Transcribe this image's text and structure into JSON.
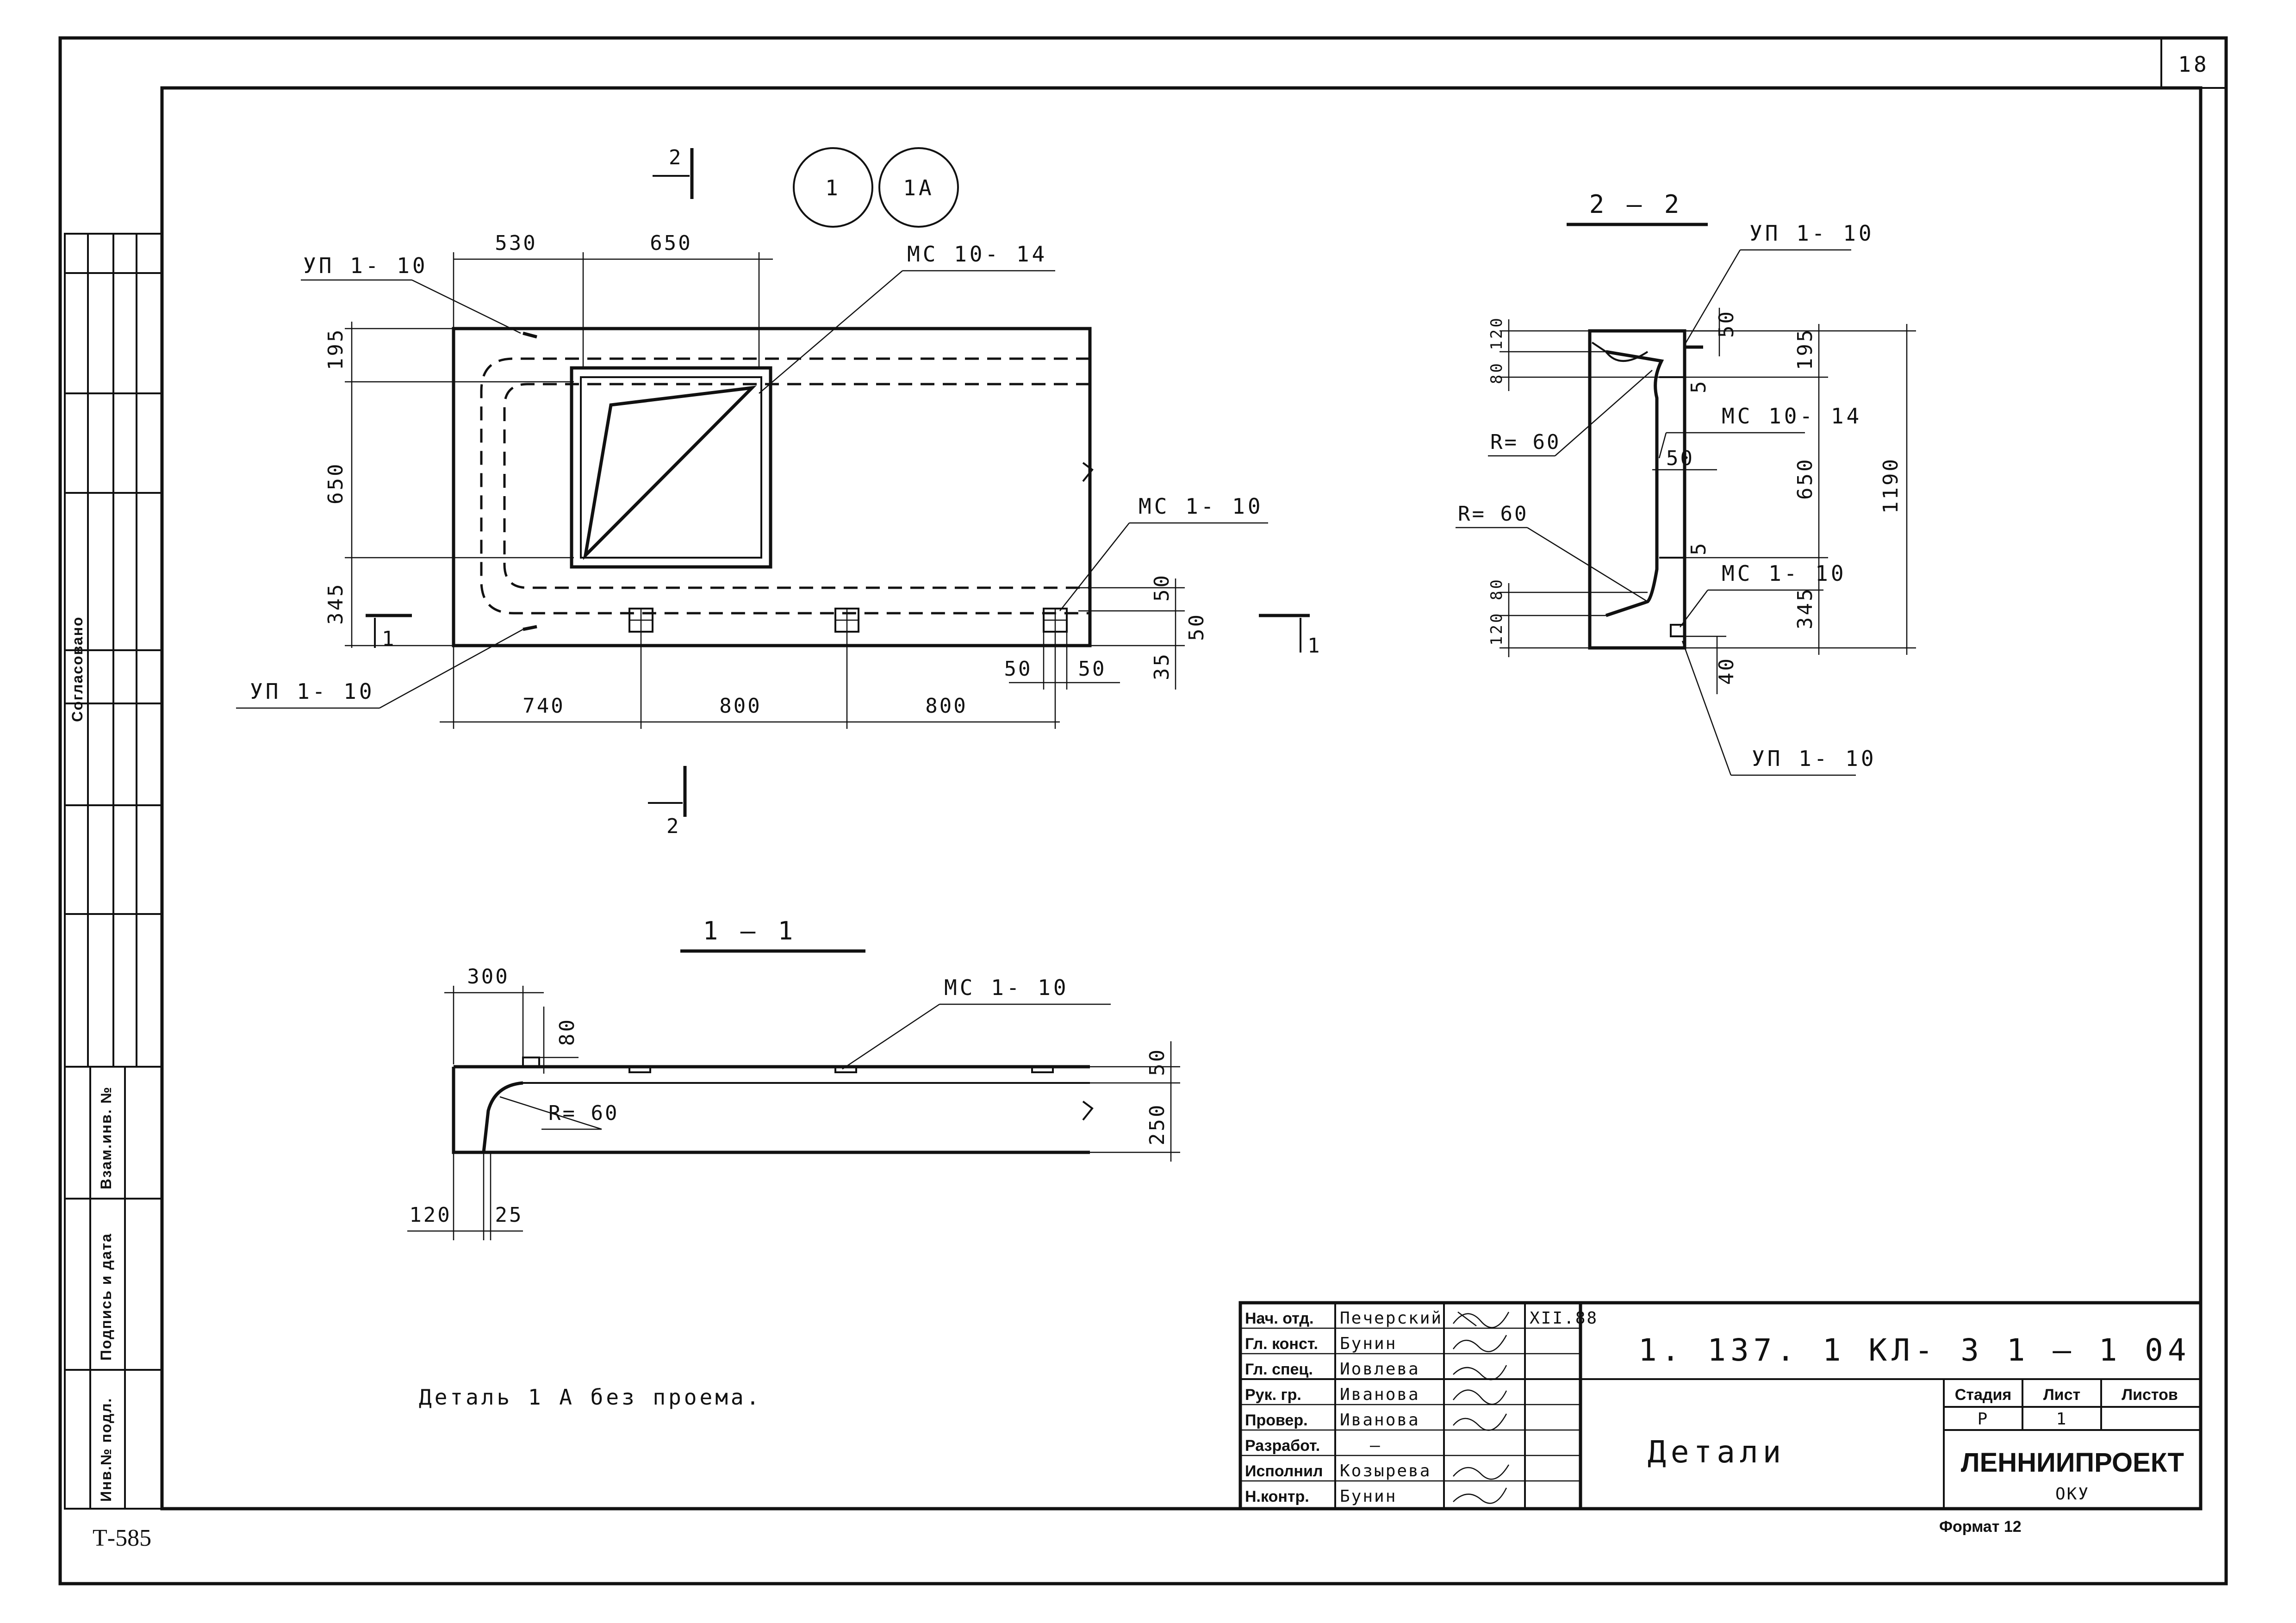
{
  "sheet": {
    "sheet_number": "18",
    "archive_code": "Т-585",
    "format_label": "Формат 12"
  },
  "side_stamp": {
    "agreed": "Согласовано",
    "replace_inv": "Взам.инв. №",
    "signature_date": "Подпись и дата",
    "inv_original": "Инв.№ подл."
  },
  "plan_view": {
    "node_marks": [
      "1",
      "1А"
    ],
    "section_mark_top": "2",
    "section_mark_bottom": "2",
    "section_mark_left": "1",
    "section_mark_right": "1",
    "top_dims": [
      "530",
      "650"
    ],
    "left_dims": [
      "195",
      "650",
      "345"
    ],
    "bottom_dims": [
      "740",
      "800",
      "800"
    ],
    "right_dims": [
      "50",
      "50",
      "35"
    ],
    "small_dims": [
      "50",
      "50"
    ],
    "labels": {
      "up_top": "УП 1- 10",
      "up_bottom": "УП 1- 10",
      "mc_opening": "МС 10- 14",
      "mc_edge": "МС 1- 10"
    }
  },
  "section_11": {
    "title": "1 — 1",
    "dims_top": [
      "300"
    ],
    "dim_80": "80",
    "right_dims": [
      "50",
      "250"
    ],
    "bottom_dims": [
      "120",
      "25"
    ],
    "radius": "R= 60",
    "label": "МС 1- 10"
  },
  "section_22": {
    "title": "2 — 2",
    "labels": {
      "up_top": "УП 1- 10",
      "mc_mid": "МС 10- 14",
      "mc_low": "МС 1- 10",
      "up_bottom": "УП 1- 10"
    },
    "radius_top": "R= 60",
    "radius_bottom": "R= 60",
    "left_dims_top": "80 120",
    "left_dims_bottom": "120 80",
    "right_dims": [
      "50",
      "195",
      "650",
      "345",
      "40"
    ],
    "overall": "1190",
    "inner_dims": [
      "5",
      "50",
      "5"
    ]
  },
  "note": "Деталь 1 А без проема.",
  "title_block": {
    "roles": [
      {
        "role": "Нач. отд.",
        "name": "Печерский"
      },
      {
        "role": "Гл. конст.",
        "name": "Бунин"
      },
      {
        "role": "Гл. спец.",
        "name": "Иовлева"
      },
      {
        "role": "Рук. гр.",
        "name": "Иванова"
      },
      {
        "role": "Провер.",
        "name": "Иванова"
      },
      {
        "role": "Разработ.",
        "name": "—"
      },
      {
        "role": "Исполнил",
        "name": "Козырева"
      },
      {
        "role": "Н.контр.",
        "name": "Бунин"
      }
    ],
    "date": "XII.88",
    "doc_code": "1. 137. 1  КЛ- 3  1 — 1  04",
    "sheet_title": "Детали",
    "stage_header": "Стадия",
    "sheet_header": "Лист",
    "sheets_header": "Листов",
    "stage": "Р",
    "sheet": "1",
    "sheets": "",
    "organization": "ЛЕННИИПРОЕКТ",
    "department": "ОКУ"
  }
}
